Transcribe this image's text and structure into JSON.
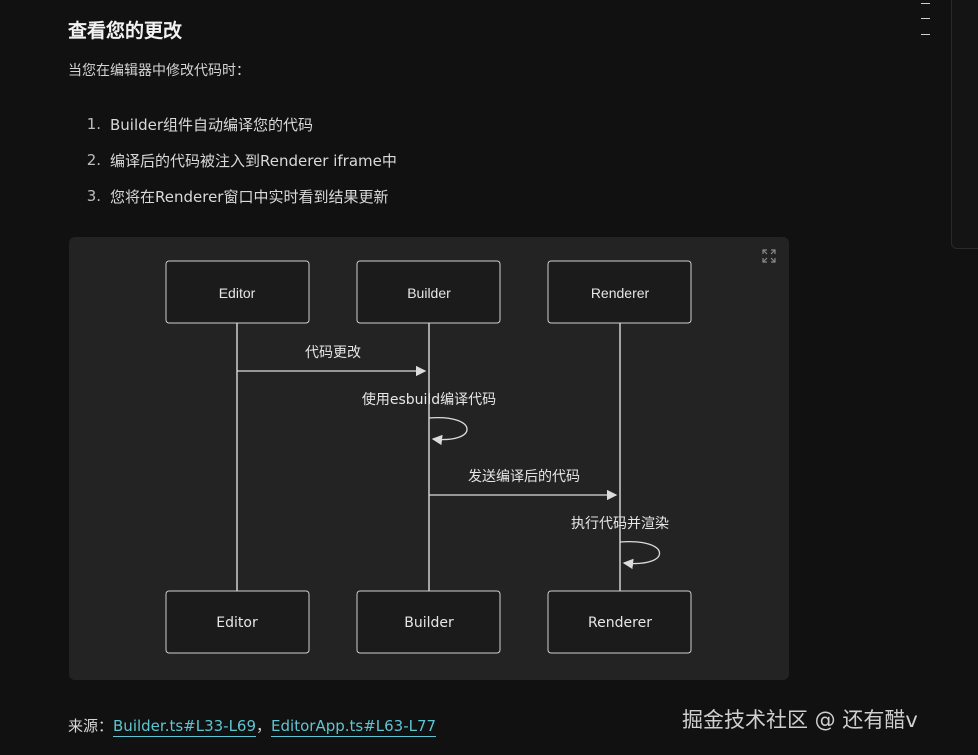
{
  "heading": "查看您的更改",
  "intro": "当您在编辑器中修改代码时：",
  "steps": [
    {
      "num": "1.",
      "text": "Builder组件自动编译您的代码"
    },
    {
      "num": "2.",
      "text": "编译后的代码被注入到Renderer iframe中"
    },
    {
      "num": "3.",
      "text": "您将在Renderer窗口中实时看到结果更新"
    }
  ],
  "diagram": {
    "participants_top": [
      "Editor",
      "Builder",
      "Renderer"
    ],
    "participants_bottom": [
      "Editor",
      "Builder",
      "Renderer"
    ],
    "messages": [
      {
        "label": "代码更改"
      },
      {
        "label": "使用esbuild编译代码"
      },
      {
        "label": "发送编译后的代码"
      },
      {
        "label": "执行代码并渲染"
      }
    ]
  },
  "source": {
    "label": "来源：",
    "link1": "Builder.ts#L33-L69",
    "separator": "，",
    "link2": "EditorApp.ts#L63-L77"
  },
  "watermark": "掘金技术社区 @ 还有醋v",
  "colors": {
    "background": "#111111",
    "card": "#232323",
    "link": "#5fc5d2"
  }
}
